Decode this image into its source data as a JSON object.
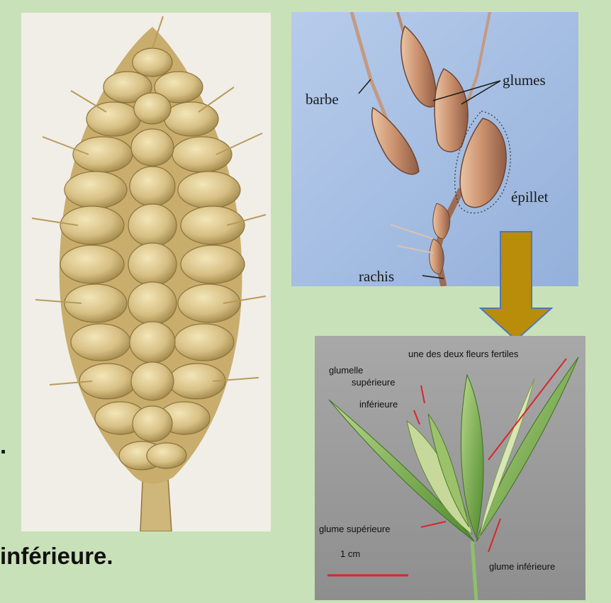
{
  "background_text": [
    ".",
    "inférieure."
  ],
  "spikelet_panel": {
    "labels": {
      "barbe": "barbe",
      "glumes": "glumes",
      "epillet": "épillet",
      "rachis": "rachis"
    }
  },
  "flower_panel": {
    "labels": {
      "fleurs_fertiles": "une des deux fleurs fertiles",
      "glumelle": "glumelle",
      "superieure": "supérieure",
      "inferieure": "inférieure",
      "glume_superieure": "glume supérieure",
      "scale": "1 cm",
      "glume_inferieure": "glume inférieure"
    }
  },
  "colors": {
    "background": "#c9e1b8",
    "arrow": "#b98d0a",
    "arrow_outline": "#4f78b8",
    "annotation_red": "#d9262a"
  }
}
